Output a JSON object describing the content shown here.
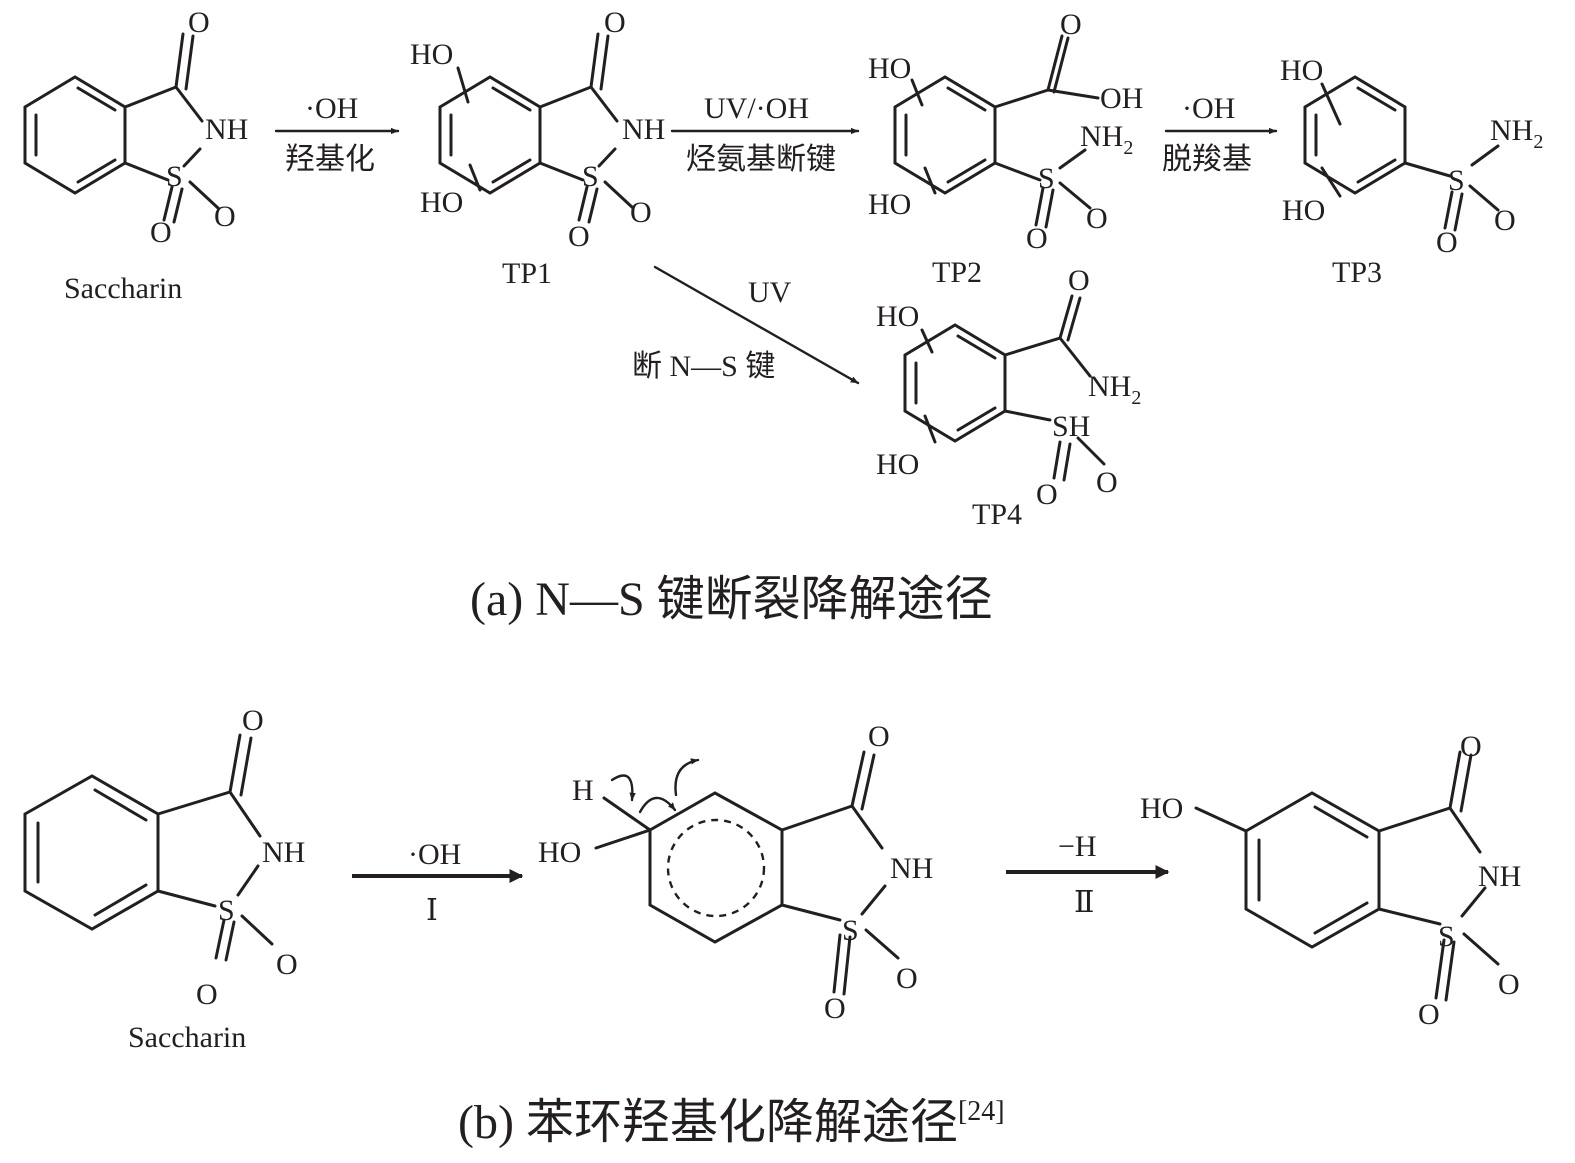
{
  "panel_a": {
    "saccharin": {
      "name": "Saccharin",
      "O": "O",
      "NH": "NH",
      "S": "S",
      "O2": "O",
      "O3": "O"
    },
    "arrow1": {
      "reagent": "·OH",
      "label": "羟基化"
    },
    "tp1": {
      "name": "TP1",
      "HO_top": "HO",
      "HO_bottom": "HO",
      "O": "O",
      "NH": "NH",
      "S": "S",
      "O2": "O",
      "O3": "O"
    },
    "arrow2": {
      "reagent": "UV/·OH",
      "label": "烃氨基断键"
    },
    "tp2": {
      "name": "TP2",
      "HO_top": "HO",
      "HO_bottom": "HO",
      "O": "O",
      "OH": "OH",
      "NH2_main": "NH",
      "NH2_sub": "2",
      "S": "S",
      "O2": "O",
      "O3": "O"
    },
    "arrow3": {
      "reagent": "·OH",
      "label": "脱羧基"
    },
    "tp3": {
      "name": "TP3",
      "HO_top": "HO",
      "HO_bottom": "HO",
      "NH2_main": "NH",
      "NH2_sub": "2",
      "S": "S",
      "O2": "O",
      "O3": "O"
    },
    "arrow4": {
      "reagent": "UV",
      "label": "断 N—S 键"
    },
    "tp4": {
      "name": "TP4",
      "HO_top": "HO",
      "HO_bottom": "HO",
      "O": "O",
      "NH2_main": "NH",
      "NH2_sub": "2",
      "SH": "SH",
      "O2": "O",
      "O3": "O"
    },
    "caption": "(a) N—S 键断裂降解途径"
  },
  "panel_b": {
    "saccharin": {
      "name": "Saccharin",
      "O": "O",
      "NH": "NH",
      "S": "S",
      "O2": "O",
      "O3": "O"
    },
    "arrow1": {
      "reagent": "·OH",
      "step": "Ⅰ"
    },
    "intermediate": {
      "H": "H",
      "HO": "HO",
      "O": "O",
      "NH": "NH",
      "S": "S",
      "O2": "O",
      "O3": "O"
    },
    "arrow2": {
      "reagent": "−H",
      "step": "Ⅱ"
    },
    "product": {
      "HO": "HO",
      "O": "O",
      "NH": "NH",
      "S": "S",
      "O2": "O",
      "O3": "O"
    },
    "caption_main": "(b) 苯环羟基化降解途径",
    "caption_ref": "[24]"
  },
  "colors": {
    "ink": "#231f20",
    "background": "#ffffff"
  }
}
